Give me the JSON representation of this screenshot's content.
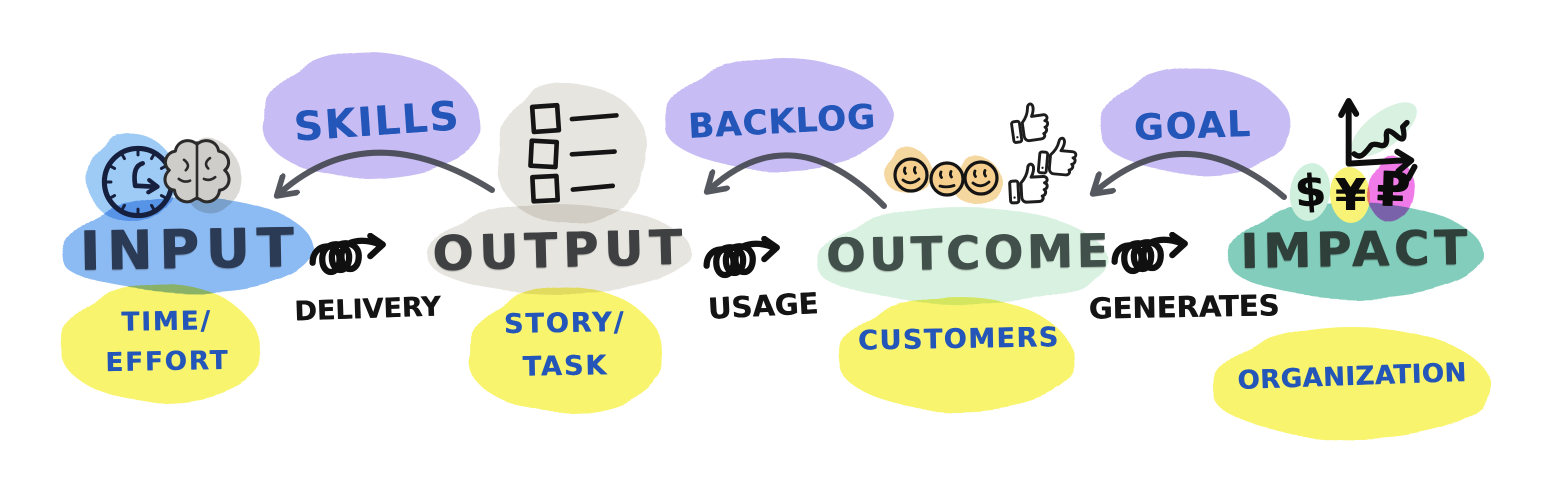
{
  "stages": [
    {
      "label": "INPUT",
      "highlight_color": "#8cbaf2",
      "below_bubble": {
        "lines": [
          "TIME/",
          "EFFORT"
        ],
        "color": "#f9f46d"
      },
      "icons": [
        "clock-icon",
        "brain-icon"
      ]
    },
    {
      "label": "OUTPUT",
      "highlight_color": "#e7e5e0",
      "below_bubble": {
        "lines": [
          "STORY/",
          "TASK"
        ],
        "color": "#f9f46d"
      },
      "icons": [
        "checklist-icon"
      ]
    },
    {
      "label": "OUTCOME",
      "highlight_color": "#d9f1e1",
      "below_bubble": {
        "lines": [
          "CUSTOMERS"
        ],
        "color": "#f9f46d"
      },
      "icons": [
        "smiley-faces-icon",
        "thumbs-up-icon"
      ]
    },
    {
      "label": "IMPACT",
      "highlight_color": "#82cdbb",
      "below_bubble": {
        "lines": [
          "ORGANIZATION"
        ],
        "color": "#f9f46d"
      },
      "icons": [
        "growth-chart-icon",
        "currency-symbols"
      ]
    }
  ],
  "floating_bubbles": [
    {
      "label": "SKILLS",
      "color": "#c7bcf3",
      "arrow_points_to": "INPUT"
    },
    {
      "label": "BACKLOG",
      "color": "#c7bcf3",
      "arrow_points_to": "OUTPUT"
    },
    {
      "label": "GOAL",
      "color": "#c7bcf3",
      "arrow_points_to": "OUTCOME"
    }
  ],
  "connectors": [
    {
      "label": "DELIVERY",
      "from": "INPUT",
      "to": "OUTPUT",
      "style": "coil-arrow"
    },
    {
      "label": "USAGE",
      "from": "OUTPUT",
      "to": "OUTCOME",
      "style": "coil-arrow"
    },
    {
      "label": "GENERATES",
      "from": "OUTCOME",
      "to": "IMPACT",
      "style": "coil-arrow"
    }
  ],
  "currency_symbols": [
    "$",
    "¥",
    "₽"
  ],
  "palette": {
    "ink": "#20242c",
    "blue_text": "#2356b8",
    "arrow_gray": "#43464e",
    "highlight_blue": "#8cbaf2",
    "highlight_gray": "#e7e5e0",
    "highlight_mint": "#d9f1e1",
    "highlight_teal": "#82cdbb",
    "highlight_purple": "#c7bcf3",
    "highlight_yellow": "#f9f46d",
    "smiley_orange": "#f6cf8e",
    "pink": "#f07ae8"
  }
}
